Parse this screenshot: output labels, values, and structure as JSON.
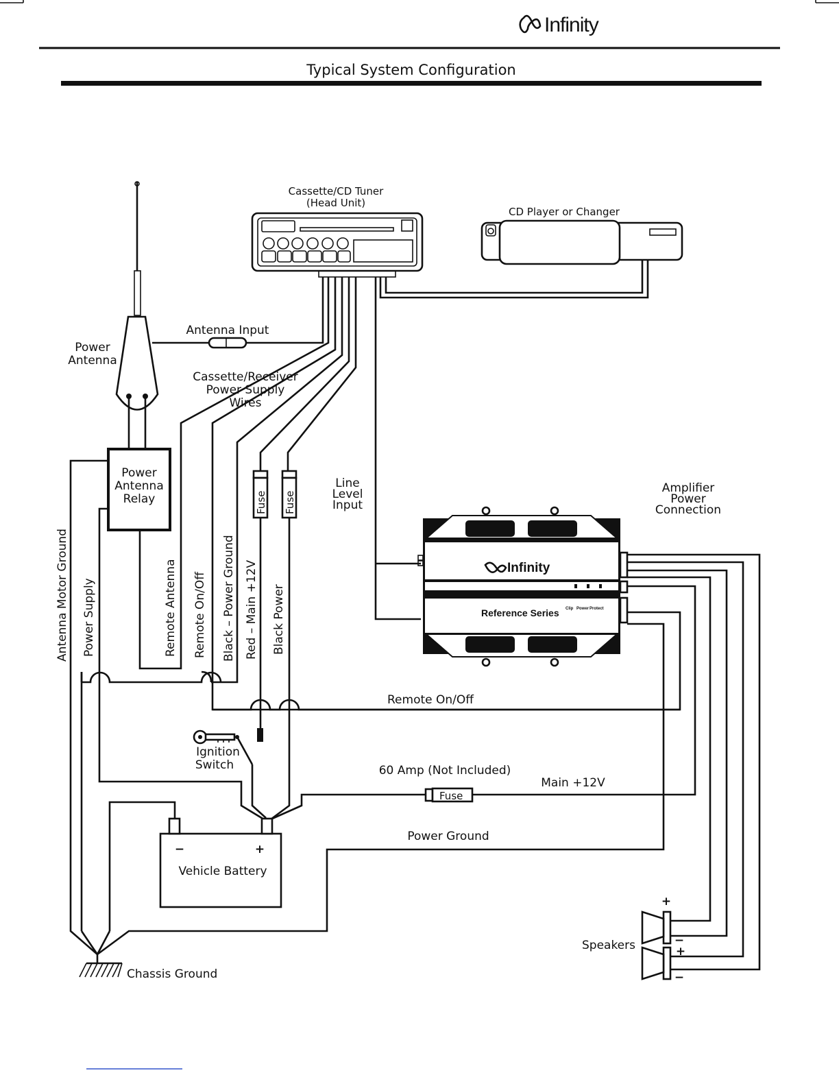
{
  "header": {
    "brand": "Infinity",
    "title": "Typical System Configuration"
  },
  "components": {
    "head_unit": [
      "Cassette/CD Tuner",
      "(Head Unit)"
    ],
    "cd_changer": "CD Player or Changer",
    "power_antenna": [
      "Power",
      "Antenna"
    ],
    "antenna_input": "Antenna Input",
    "power_supply_wires": [
      "Cassette/Receiver",
      "Power Supply",
      "Wires"
    ],
    "relay": [
      "Power",
      "Antenna",
      "Relay"
    ],
    "fuse_label": "Fuse",
    "line_level_input": [
      "Line",
      "Level",
      "Input"
    ],
    "amp_power_connection": [
      "Amplifier",
      "Power",
      "Connection"
    ],
    "amp_brand": "Infinity",
    "amp_series": "Reference Series",
    "amp_leds": [
      "Clip",
      "Power",
      "Protect"
    ],
    "ignition_switch": [
      "Ignition",
      "Switch"
    ],
    "battery": "Vehicle Battery",
    "battery_minus": "−",
    "battery_plus": "+",
    "chassis_ground": "Chassis Ground",
    "speakers": "Speakers",
    "speaker_plus": "+",
    "speaker_minus": "−"
  },
  "wires": {
    "antenna_motor_ground": "Antenna Motor Ground",
    "power_supply": "Power Supply",
    "remote_antenna": "Remote Antenna",
    "remote_on_off_vertical": "Remote On/Off",
    "black_power_ground": "Black – Power Ground",
    "red_main_12v": "Red – Main +12V",
    "black_power": "Black Power",
    "remote_on_off": "Remote On/Off",
    "amp_fuse_rating": "60 Amp (Not Included)",
    "main_12v": "Main +12V",
    "power_ground": "Power Ground"
  }
}
